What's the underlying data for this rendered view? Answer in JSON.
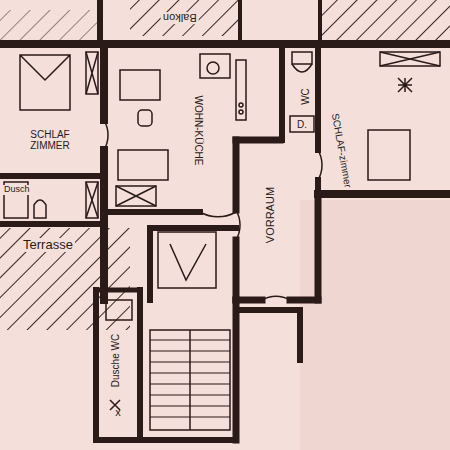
{
  "diagram": {
    "labels": [
      "Balkon",
      "SCHLAF ZIMMER",
      "WOHN-KÜCHE",
      "D.",
      "WC",
      "SCHLAF-zimmer",
      "Dusch",
      "VORRAUM",
      "Terrasse",
      "Dusche WC",
      "x"
    ]
  }
}
